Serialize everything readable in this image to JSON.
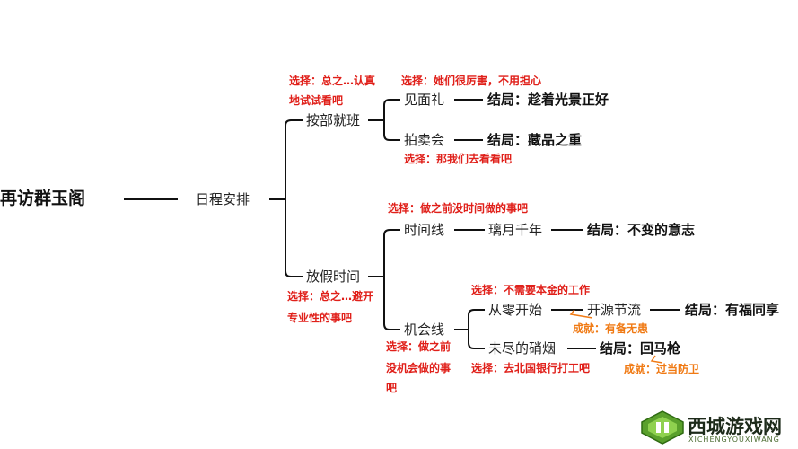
{
  "root": "再访群玉阁",
  "schedule": "日程安排",
  "branch_work": {
    "label": "按部就班",
    "choice_top": [
      "选择：总之…认真",
      "地试试看吧"
    ],
    "meet": {
      "label": "见面礼",
      "choice": "选择：她们很厉害，不用担心",
      "ending": "结局：趁着光景正好"
    },
    "auction": {
      "label": "拍卖会",
      "choice": "选择：那我们去看看吧",
      "ending": "结局：藏品之重"
    }
  },
  "branch_holiday": {
    "label": "放假时间",
    "choice_bottom": [
      "选择：总之…避开",
      "专业性的事吧"
    ],
    "timeline": {
      "label": "时间线",
      "choice": "选择：做之前没时间做的事吧",
      "mid": "璃月千年",
      "ending": "结局：不变的意志"
    },
    "opportunity": {
      "label": "机会线",
      "choice_below": [
        "选择：做之前",
        "没机会做的事",
        "吧"
      ],
      "scratch": {
        "label": "从零开始",
        "choice": "选择：不需要本金的工作",
        "mid": "开源节流",
        "achievement": "成就：有备无患",
        "ending": "结局：有福同享"
      },
      "smoke": {
        "label": "未尽的硝烟",
        "choice": "选择：去北国银行打工吧",
        "ending": "结局：回马枪",
        "achievement": "成就：过当防卫"
      }
    }
  },
  "watermark": {
    "title": "西城游戏网",
    "subtitle": "XICHENGYOUXIWANG",
    "brand_color": "#5aa02c"
  }
}
